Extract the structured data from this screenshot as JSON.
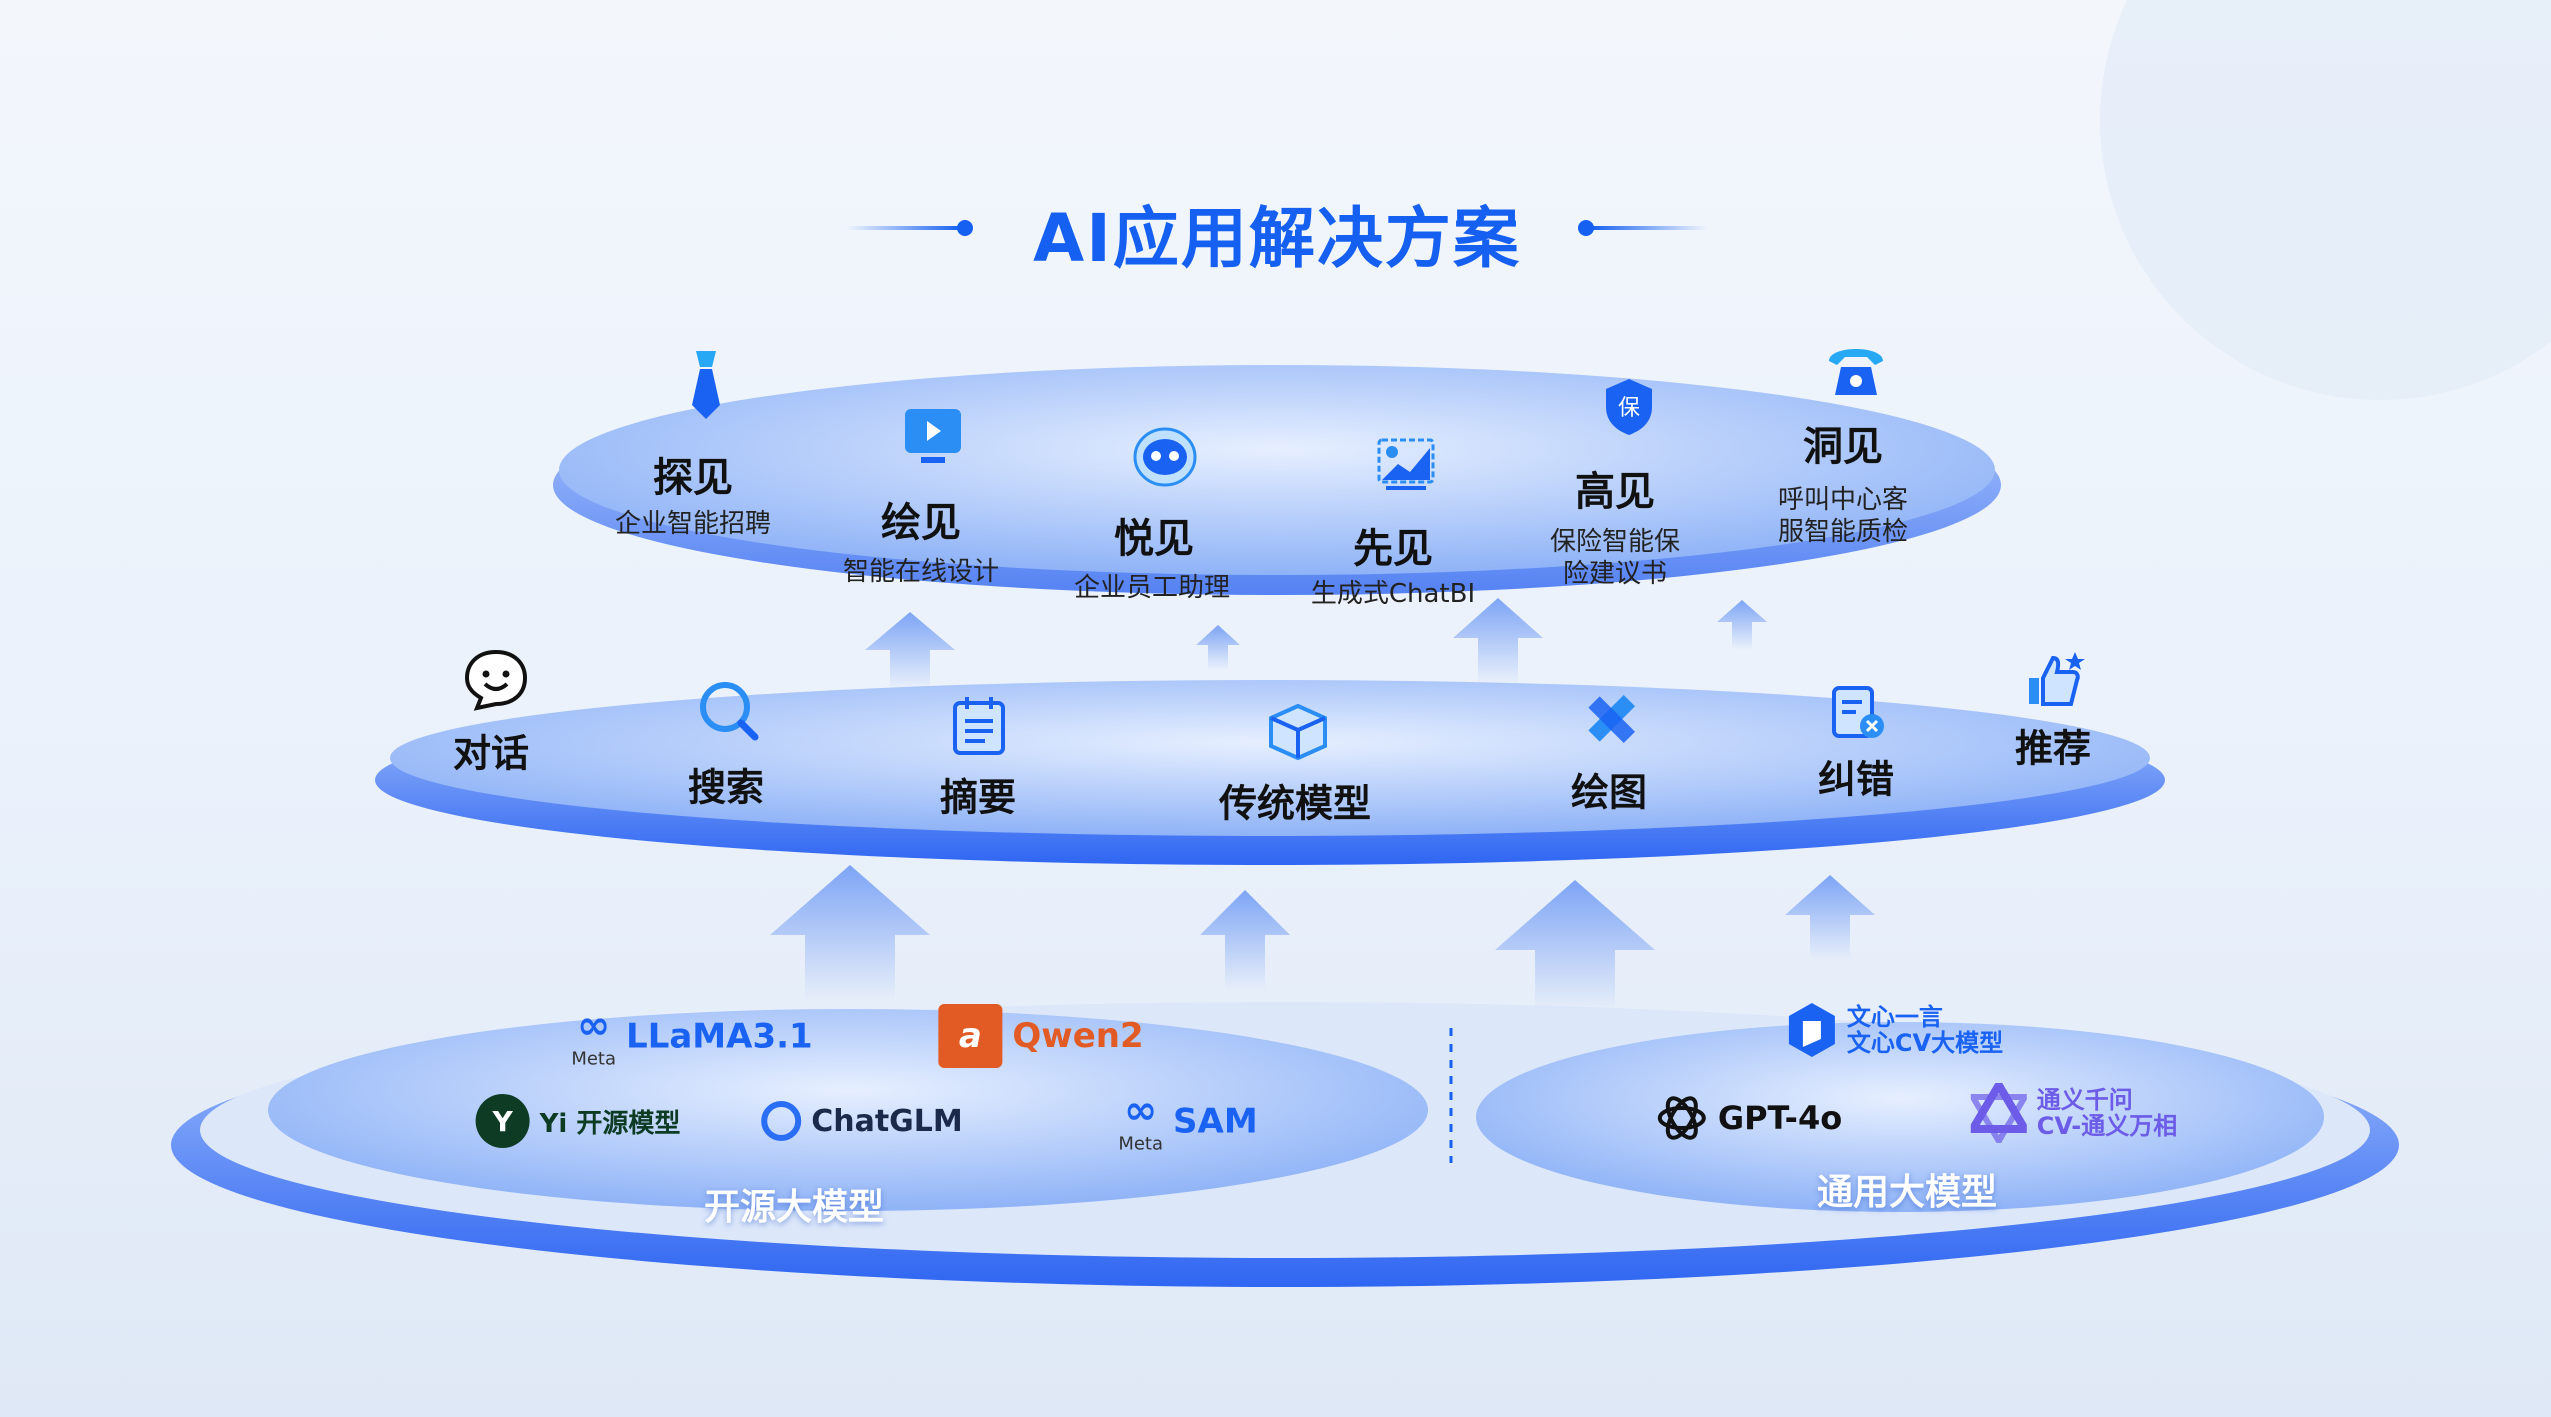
{
  "title": "AI应用解决方案",
  "top_layer": [
    {
      "name": "探见",
      "desc": "企业智能招聘",
      "icon": "tie-icon"
    },
    {
      "name": "绘见",
      "desc": "智能在线设计",
      "icon": "video-screen-icon"
    },
    {
      "name": "悦见",
      "desc": "企业员工助理",
      "icon": "robot-icon"
    },
    {
      "name": "先见",
      "desc": "生成式ChatBI",
      "icon": "chart-image-icon"
    },
    {
      "name": "高见",
      "desc": "保险智能保",
      "desc2": "险建议书",
      "icon": "shield-icon"
    },
    {
      "name": "洞见",
      "desc": "呼叫中心客",
      "desc2": "服智能质检",
      "icon": "telephone-icon"
    }
  ],
  "middle_layer": [
    {
      "name": "对话",
      "icon": "smile-chat-icon"
    },
    {
      "name": "搜索",
      "icon": "search-icon"
    },
    {
      "name": "摘要",
      "icon": "notepad-icon"
    },
    {
      "name": "传统模型",
      "icon": "cube-icon"
    },
    {
      "name": "绘图",
      "icon": "pencil-ruler-icon"
    },
    {
      "name": "纠错",
      "icon": "document-error-icon"
    },
    {
      "name": "推荐",
      "icon": "thumbs-up-icon"
    }
  ],
  "bottom_layer": {
    "open_source": {
      "label": "开源大模型",
      "models": {
        "llama": "LLaMA3.1",
        "meta": "Meta",
        "qwen": "Qwen2",
        "yi": "Yi 开源模型",
        "chatglm": "ChatGLM",
        "sam": "SAM",
        "meta2": "Meta"
      }
    },
    "general": {
      "label": "通用大模型",
      "models": {
        "wenxin1": "文心一言",
        "wenxin2": "文心CV大模型",
        "gpt": "GPT-4o",
        "tongyi1": "通义千问",
        "tongyi2": "CV-通义万相"
      }
    }
  },
  "colors": {
    "accent": "#1560f0",
    "ring": "#3b6ff5",
    "qwen": "#e25a24",
    "yi": "#0d3b24",
    "tongyi": "#6c5ce7"
  }
}
